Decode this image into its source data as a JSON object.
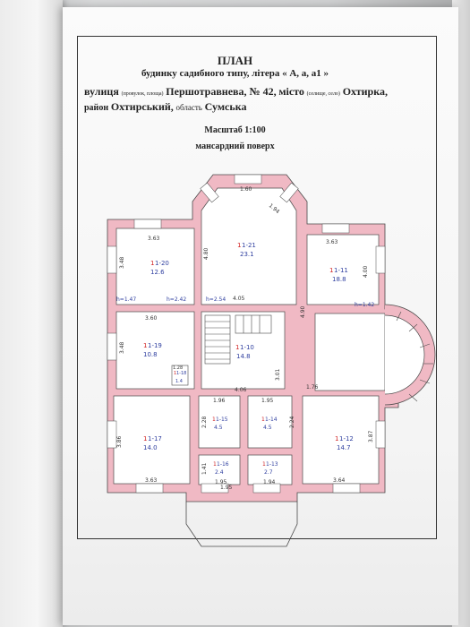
{
  "document": {
    "title": "ПЛАН",
    "subtitle": "будинку садибного типу, літера « А, а, а1 »",
    "address_street_label": "вулиця",
    "address_street_small": "(провулок, площа)",
    "address_street_value": "Першотравнева, № 42,",
    "address_city_label": "місто",
    "address_city_small": "(селище, село)",
    "address_city_value": "Охтирка,",
    "district_label_prefix": "район",
    "district_value": "Охтирський,",
    "region_label": "область",
    "region_value": "Сумська",
    "scale": "Масштаб 1:100",
    "floor_name": "мансардний поверх"
  },
  "plan": {
    "colors": {
      "wall": "#f0b9c4",
      "wall_stroke": "#4a4a4a",
      "ink": "#3040a0",
      "red": "#d02020",
      "dim": "#333"
    },
    "rooms": [
      {
        "id": "1-20",
        "area": "12.6"
      },
      {
        "id": "1-21",
        "area": "23.1"
      },
      {
        "id": "1-11",
        "area": "18.8"
      },
      {
        "id": "1-19",
        "area": "10.8"
      },
      {
        "id": "1-10",
        "area": "14.8"
      },
      {
        "id": "1-18",
        "area": "1.4"
      },
      {
        "id": "1-17",
        "area": "14.0"
      },
      {
        "id": "1-15",
        "area": "4.5"
      },
      {
        "id": "1-14",
        "area": "4.5"
      },
      {
        "id": "1-12",
        "area": "14.7"
      },
      {
        "id": "1-16",
        "area": "2.4"
      },
      {
        "id": "1-13",
        "area": "2.7"
      }
    ],
    "dimensions": [
      "1.60",
      "1.94",
      "3.63",
      "4.80",
      "3.63",
      "4.05",
      "4.00",
      "3.60",
      "4.90",
      "1.76",
      "1.96",
      "1.95",
      "4.06",
      "1.95",
      "2.28",
      "2.24",
      "3.87",
      "3.86",
      "3.63",
      "1.41",
      "1.95",
      "1.94",
      "3.64",
      "1.28",
      "3.48",
      "3.01",
      "3.48"
    ],
    "heights": [
      "h=1.47",
      "h=2.42",
      "h=2.54",
      "h=1.42"
    ]
  }
}
